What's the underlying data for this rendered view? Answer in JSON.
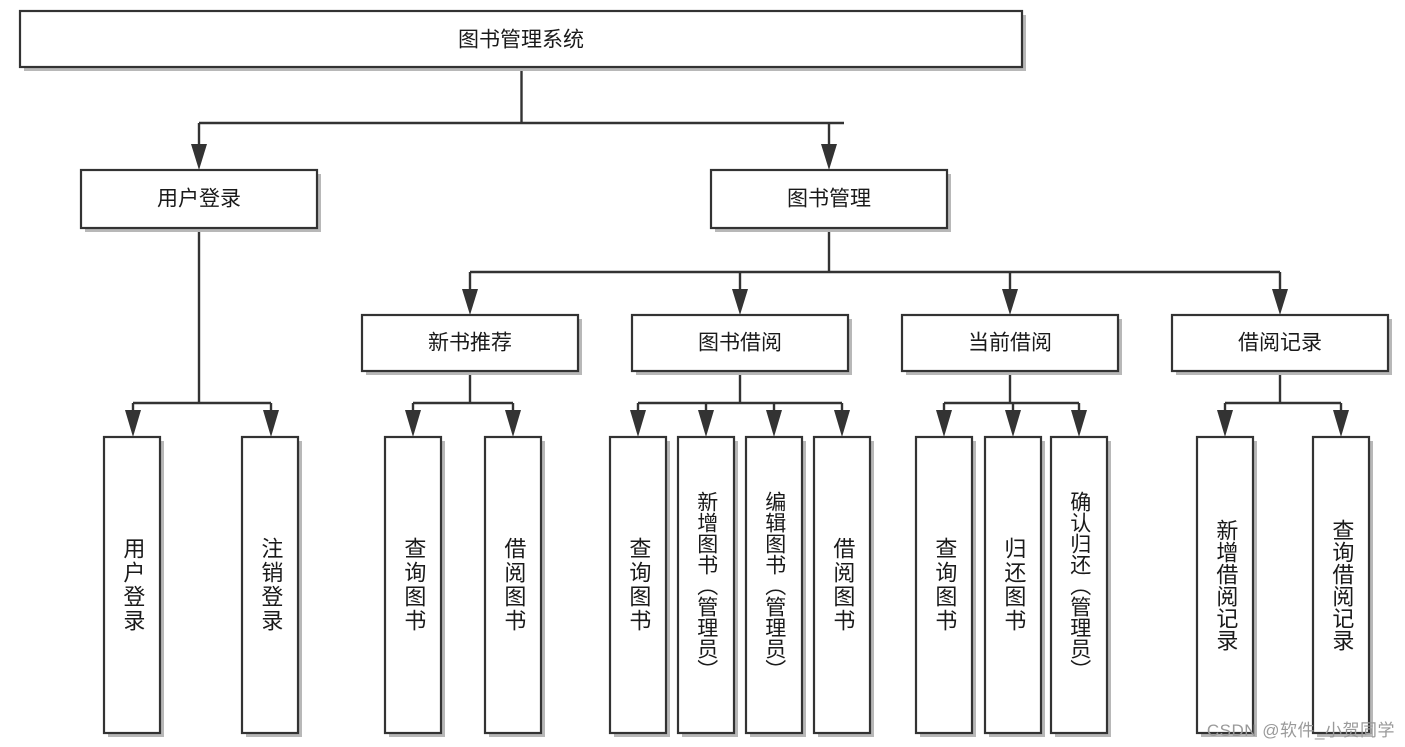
{
  "diagram": {
    "title": "图书管理系统",
    "watermark": "CSDN @软件_小贺同学",
    "level1": {
      "label": "图书管理系统"
    },
    "level2": [
      {
        "label": "用户登录"
      },
      {
        "label": "图书管理"
      }
    ],
    "level3": [
      {
        "label": "新书推荐"
      },
      {
        "label": "图书借阅"
      },
      {
        "label": "当前借阅"
      },
      {
        "label": "借阅记录"
      }
    ],
    "leaves": [
      {
        "label": "用户登录",
        "parent": "用户登录"
      },
      {
        "label": "注销登录",
        "parent": "用户登录"
      },
      {
        "label": "查询图书",
        "parent": "新书推荐"
      },
      {
        "label": "借阅图书",
        "parent": "新书推荐"
      },
      {
        "label": "查询图书",
        "parent": "图书借阅"
      },
      {
        "label": "新增图书（管理员）",
        "parent": "图书借阅"
      },
      {
        "label": "编辑图书（管理员）",
        "parent": "图书借阅"
      },
      {
        "label": "借阅图书",
        "parent": "图书借阅"
      },
      {
        "label": "查询图书",
        "parent": "当前借阅"
      },
      {
        "label": "归还图书",
        "parent": "当前借阅"
      },
      {
        "label": "确认归还（管理员）",
        "parent": "当前借阅"
      },
      {
        "label": "新增借阅记录",
        "parent": "借阅记录"
      },
      {
        "label": "查询借阅记录",
        "parent": "借阅记录"
      }
    ],
    "colors": {
      "box_stroke": "#333333",
      "box_fill": "#ffffff",
      "connector": "#333333",
      "text": "#1a1a1a",
      "watermark": "#9a9a9a",
      "background": "#ffffff"
    }
  }
}
